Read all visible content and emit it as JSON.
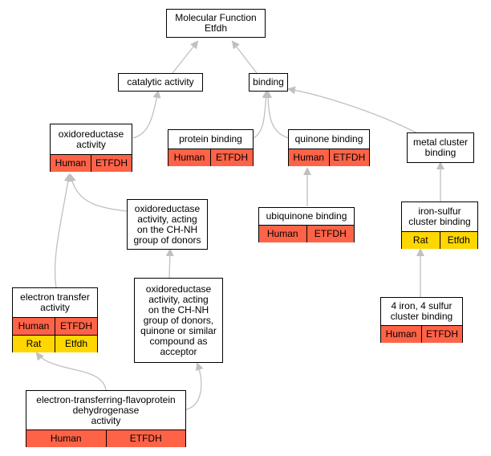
{
  "nodes": {
    "mf_root": {
      "title": "Molecular Function\nEtfdh"
    },
    "catalytic": {
      "title": "catalytic activity"
    },
    "binding": {
      "title": "binding"
    },
    "oxidoreductase": {
      "title": "oxidoreductase\nactivity",
      "rows": [
        [
          "Human",
          "ETFDH"
        ]
      ]
    },
    "protein_binding": {
      "title": "protein binding",
      "rows": [
        [
          "Human",
          "ETFDH"
        ]
      ]
    },
    "quinone_binding": {
      "title": "quinone binding",
      "rows": [
        [
          "Human",
          "ETFDH"
        ]
      ]
    },
    "metal_cluster": {
      "title": "metal cluster\nbinding"
    },
    "ox_chnh": {
      "title": "oxidoreductase\nactivity, acting\non the CH-NH\ngroup of donors"
    },
    "ubiquinone": {
      "title": "ubiquinone binding",
      "rows": [
        [
          "Human",
          "ETFDH"
        ]
      ]
    },
    "iron_sulfur": {
      "title": "iron-sulfur\ncluster binding",
      "rows": [
        [
          "Rat",
          "Etfdh"
        ]
      ]
    },
    "electron_transfer": {
      "title": "electron transfer\nactivity",
      "rows": [
        [
          "Human",
          "ETFDH"
        ],
        [
          "Rat",
          "Etfdh"
        ]
      ]
    },
    "ox_chnh_quinone": {
      "title": "oxidoreductase\nactivity, acting\non the CH-NH\ngroup of donors,\nquinone or similar\ncompound as\nacceptor"
    },
    "fe4s4": {
      "title": "4 iron, 4 sulfur\ncluster binding",
      "rows": [
        [
          "Human",
          "ETFDH"
        ]
      ]
    },
    "etf_dh": {
      "title": "electron-transferring-flavoprotein\ndehydrogenase\nactivity",
      "rows": [
        [
          "Human",
          "ETFDH"
        ]
      ]
    }
  },
  "colors": {
    "Human": "#ff6347",
    "Rat": "#ffd700",
    "edge": "#c0c0c0"
  }
}
